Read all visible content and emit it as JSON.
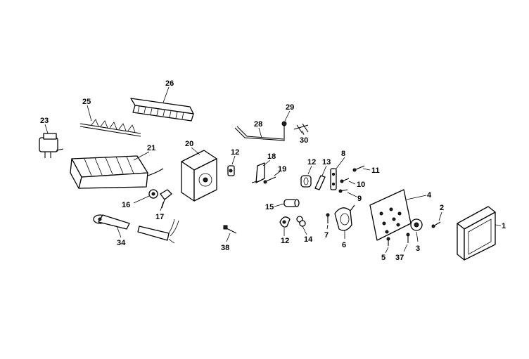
{
  "labels": {
    "p1": "1",
    "p2": "2",
    "p3": "3",
    "p4": "4",
    "p5": "5",
    "p6": "6",
    "p7": "7",
    "p8": "8",
    "p9": "9",
    "p10": "10",
    "p11": "11",
    "p12a": "12",
    "p12b": "12",
    "p12c": "12",
    "p13": "13",
    "p14": "14",
    "p15": "15",
    "p16": "16",
    "p17": "17",
    "p18": "18",
    "p19": "19",
    "p20": "20",
    "p21": "21",
    "p23": "23",
    "p25": "25",
    "p26": "26",
    "p28": "28",
    "p29": "29",
    "p30": "30",
    "p34": "34",
    "p37": "37",
    "p38": "38"
  }
}
